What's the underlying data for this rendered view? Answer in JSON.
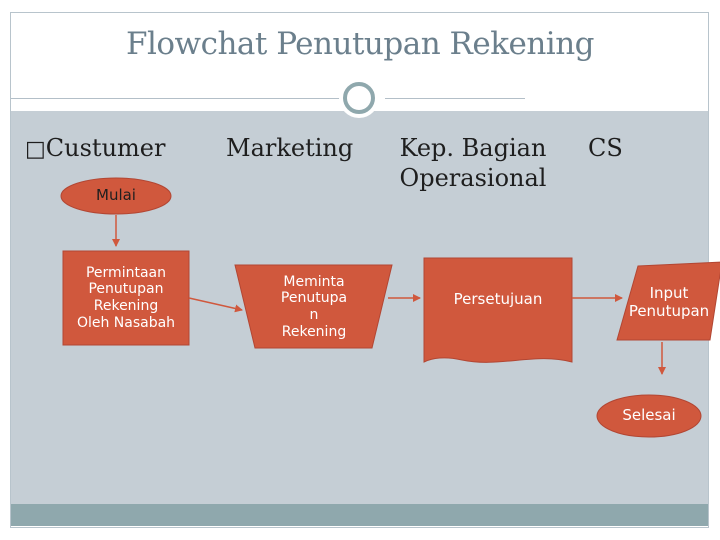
{
  "title": "Flowchat Penutupan Rekening",
  "lanes": {
    "customer": "Custumer",
    "marketing": "Marketing",
    "ops": "Kep. Bagian\nOperasional",
    "cs": "CS"
  },
  "bullet_glyph": "□",
  "nodes": {
    "start": "Mulai",
    "request": "Permintaan\nPenutupan\nRekening\nOleh Nasabah",
    "marketing_request": "Meminta\nPenutupa\nn\nRekening",
    "approval": "Persetujuan",
    "input": "Input\nPenutupan",
    "end": "Selesai"
  },
  "colors": {
    "node_fill": "#d0583d",
    "node_stroke": "#b24633",
    "connector": "#d0583d",
    "content_bg": "#c5ced5",
    "footer_band": "#8fa8ad",
    "title_text": "#6b7f8c"
  }
}
